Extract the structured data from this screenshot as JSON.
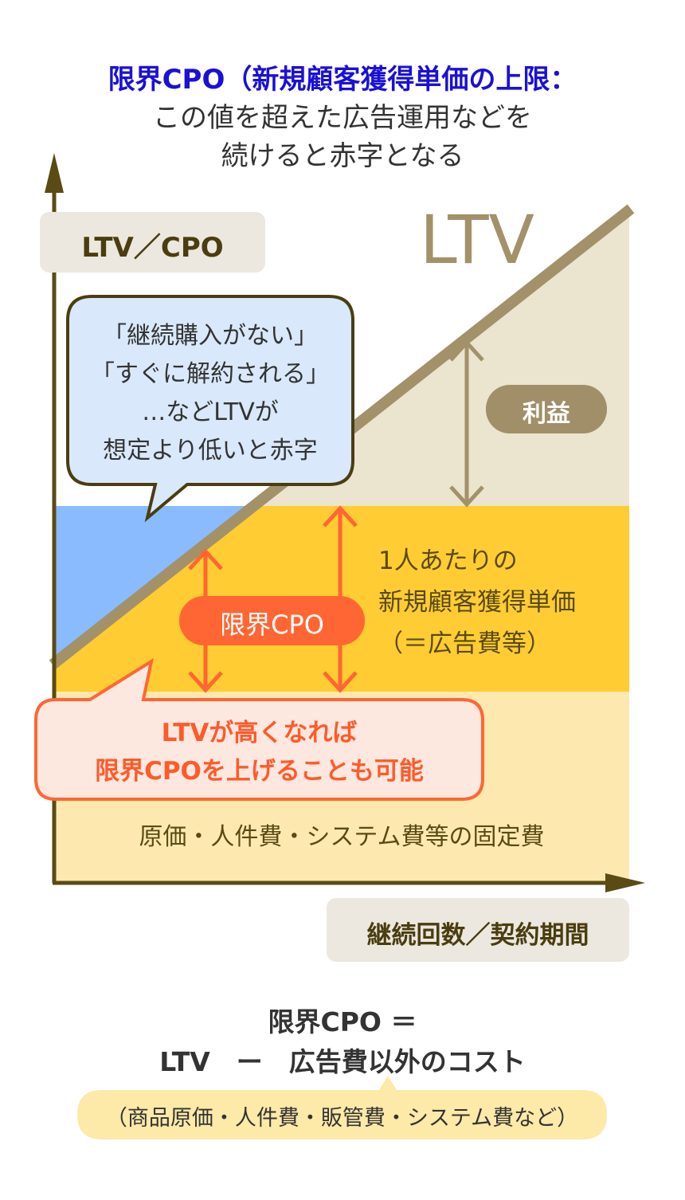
{
  "title": {
    "line1": "限界CPO（新規顧客獲得単価の上限：",
    "line2": "この値を超えた広告運用などを",
    "line3": "続けると赤字となる"
  },
  "axes": {
    "y_label": "LTV／CPO",
    "x_label": "継続回数／契約期間"
  },
  "ltv_label": "LTV",
  "profit_label": "利益",
  "warning_bubble": [
    "「継続購入がない」",
    "「すぐに解約される」",
    "…などLTVが",
    "想定より低いと赤字"
  ],
  "cpo_pill": "限界CPO",
  "acquisition_cost": [
    "1人あたりの",
    "新規顧客獲得単価",
    "（＝広告費等）"
  ],
  "hint_bubble": [
    "LTVが高くなれば",
    "限界CPOを上げることも可能"
  ],
  "fixed_cost_label": "原価・人件費・システム費等の固定費",
  "formula": {
    "line1": "限界CPO ＝",
    "line2": "LTV　ー　広告費以外のコスト",
    "note": "（商品原価・人件費・販管費・システム費など）"
  },
  "colors": {
    "title_blue": "#1a10d8",
    "ltv": "#a3916a",
    "orange": "#ff6633",
    "band": "#ffcc33",
    "blue": "#8bbbff"
  }
}
